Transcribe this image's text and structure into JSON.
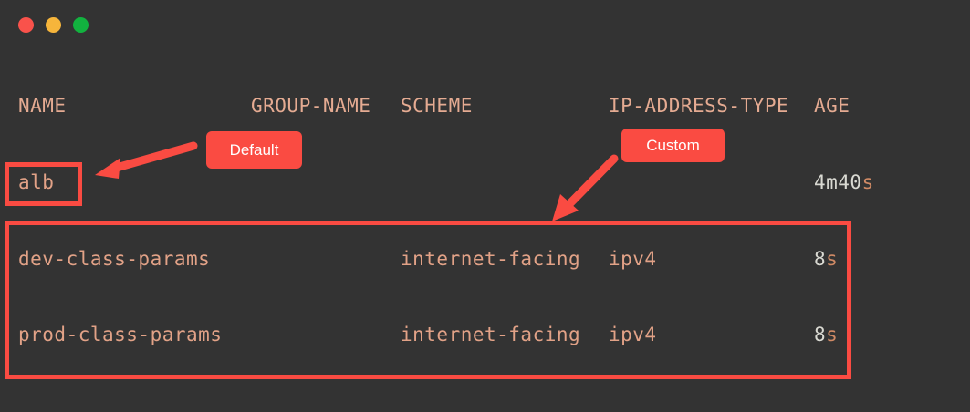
{
  "window": {
    "traffic_lights": [
      {
        "name": "close-button",
        "color": "#f9524b"
      },
      {
        "name": "minimize-button",
        "color": "#f6b53b"
      },
      {
        "name": "maximize-button",
        "color": "#12b23f"
      }
    ],
    "background": "#333333"
  },
  "terminal": {
    "text_color": "#e2a287",
    "columns": [
      {
        "key": "name",
        "label": "NAME"
      },
      {
        "key": "group",
        "label": "GROUP-NAME"
      },
      {
        "key": "scheme",
        "label": "SCHEME"
      },
      {
        "key": "ip",
        "label": "IP-ADDRESS-TYPE"
      },
      {
        "key": "age",
        "label": "AGE"
      }
    ],
    "rows": [
      {
        "name": "alb",
        "group": "",
        "scheme": "",
        "ip": "",
        "age_value": "4m40",
        "age_unit": "s",
        "age": "4m40s"
      },
      {
        "name": "dev-class-params",
        "group": "",
        "scheme": "internet-facing",
        "ip": "ipv4",
        "age_value": "8",
        "age_unit": "s",
        "age": "8s"
      },
      {
        "name": "prod-class-params",
        "group": "",
        "scheme": "internet-facing",
        "ip": "ipv4",
        "age_value": "8",
        "age_unit": "s",
        "age": "8s"
      }
    ]
  },
  "annotations": {
    "accent_color": "#fa4b42",
    "badges": [
      {
        "name": "default-badge",
        "label": "Default"
      },
      {
        "name": "custom-badge",
        "label": "Custom"
      }
    ],
    "highlights": [
      {
        "name": "alb-highlight",
        "target": "alb"
      },
      {
        "name": "rows-highlight",
        "target": "class-params-rows"
      }
    ],
    "arrows": [
      {
        "name": "default-arrow",
        "points_to": "alb"
      },
      {
        "name": "custom-arrow",
        "points_to": "class-params-rows"
      }
    ]
  }
}
